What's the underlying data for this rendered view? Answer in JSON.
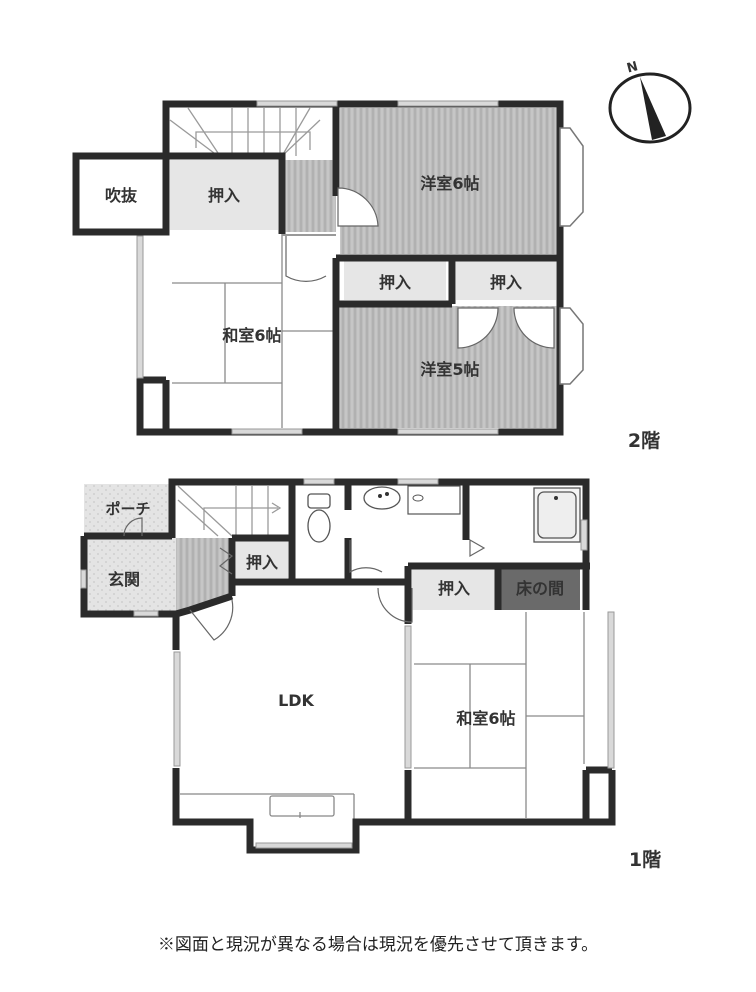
{
  "compass": {
    "label": "N"
  },
  "floor2": {
    "label": "2階",
    "rooms": {
      "fukinuke": "吹抜",
      "oshiire_a": "押入",
      "washitsu": "和室6帖",
      "youshitsu6": "洋室6帖",
      "oshiire_b": "押入",
      "oshiire_c": "押入",
      "youshitsu5": "洋室5帖"
    }
  },
  "floor1": {
    "label": "1階",
    "rooms": {
      "porch": "ポーチ",
      "genkan": "玄関",
      "oshiire_a": "押入",
      "ldk": "LDK",
      "oshiire_b": "押入",
      "tokonoma": "床の間",
      "washitsu": "和室6帖"
    }
  },
  "note": "※図面と現況が異なる場合は現況を優先させて頂きます。",
  "colors": {
    "wall": "#2b2b2b",
    "flooring": "#b9b9b9",
    "closet": "#e2e2e2",
    "tokonoma": "#6a6a6a",
    "tile": "#dcdcdc"
  }
}
